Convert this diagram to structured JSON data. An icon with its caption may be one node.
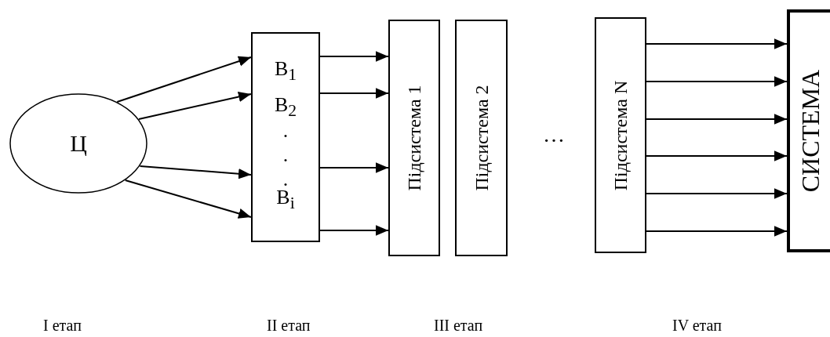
{
  "diagram": {
    "nodes": [
      {
        "text": [
          "Ц"
        ]
      },
      {
        "text": [
          "В$_{1}$",
          "В$_{2}$",
          ".",
          ".",
          ".",
          "В$_{i}$"
        ]
      },
      {
        "text": [
          "Підсистема 1"
        ]
      },
      {
        "text": [
          "Підсистема 2"
        ]
      },
      {
        "text": [
          "Підсистема N"
        ]
      },
      {
        "text": [
          "СИСТЕМА"
        ]
      }
    ],
    "edges": [
      {
        "from": 0,
        "to": 1,
        "arrow": "to"
      },
      {
        "from": 0,
        "to": 1,
        "arrow": "to"
      },
      {
        "from": 0,
        "to": 1,
        "arrow": "to"
      },
      {
        "from": 0,
        "to": 1,
        "arrow": "to"
      },
      {
        "from": 1,
        "to": 2,
        "arrow": "to"
      },
      {
        "from": 1,
        "to": 2,
        "arrow": "to"
      },
      {
        "from": 1,
        "to": 2,
        "arrow": "to"
      },
      {
        "from": 1,
        "to": 2,
        "arrow": "to"
      },
      {
        "from": 4,
        "to": 5,
        "arrow": "to"
      },
      {
        "from": 4,
        "to": 5,
        "arrow": "to"
      },
      {
        "from": 4,
        "to": 5,
        "arrow": "to"
      },
      {
        "from": 4,
        "to": 5,
        "arrow": "to"
      },
      {
        "from": 4,
        "to": 5,
        "arrow": "to"
      },
      {
        "from": 4,
        "to": 5,
        "arrow": "to"
      }
    ],
    "labels": [
      "…",
      "I етап",
      "II етап",
      "III етап",
      "IV етап"
    ]
  }
}
